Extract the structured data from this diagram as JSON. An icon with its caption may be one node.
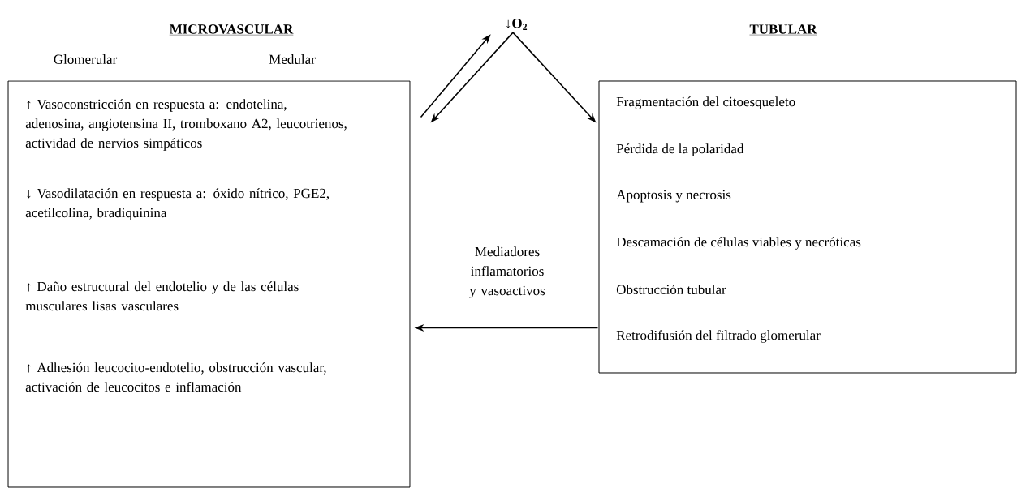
{
  "diagram": {
    "nodes": [
      {
        "text": [
          "MICROVASCULAR",
          "Glomerular",
          "Medular",
          "↑ Vasoconstricción en respuesta a: endotelina, adenosina, angiotensina II, tromboxano A2, leucotrienos, actividad de nervios simpáticos",
          "↓ Vasodilatación en respuesta a: óxido nítrico, PGE2, acetilcolina, bradiquinina",
          "↑ Daño estructural del endotelio y de las células musculares lisas vasculares",
          "↑ Adhesión leucocito-endotelio, obstrucción vascular, activación de leucocitos e inflamación"
        ]
      },
      {
        "text": [
          "↓O$_{2}$"
        ]
      },
      {
        "text": [
          "TUBULAR",
          "Fragmentación del citoesqueleto",
          "Pérdida de la polaridad",
          "Apoptosis y necrosis",
          "Descamación de células viables y necróticas",
          "Obstrucción tubular",
          "Retrodifusión del filtrado glomerular"
        ]
      }
    ],
    "edges": [
      {
        "from": 0,
        "to": 1,
        "arrow": "to"
      },
      {
        "from": 1,
        "to": 0,
        "arrow": "to"
      },
      {
        "from": 1,
        "to": 2,
        "arrow": "to"
      },
      {
        "from": 2,
        "to": 0,
        "arrow": "to",
        "label": "Mediadores inflamatorios y vasoactivos"
      }
    ]
  }
}
